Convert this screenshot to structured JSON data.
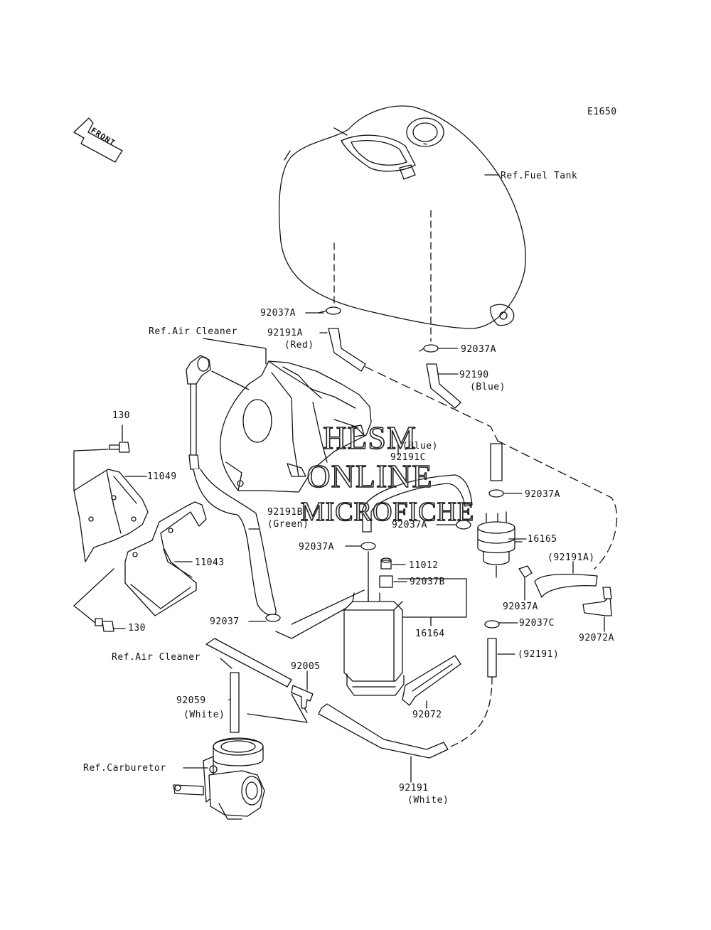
{
  "diagram_code": "E1650",
  "front_label": "FRONT",
  "watermark": {
    "line1": "HLSM",
    "line2": "ONLINE",
    "line3": "MICROFICHE"
  },
  "ref_labels": {
    "fuel_tank": "Ref.Fuel Tank",
    "air_cleaner_top": "Ref.Air Cleaner",
    "air_cleaner_bottom": "Ref.Air Cleaner",
    "carburetor": "Ref.Carburetor"
  },
  "parts": {
    "p92037A_tank": "92037A",
    "p92191A": "92191A",
    "p92191A_color": "(Red)",
    "p92037A_right": "92037A",
    "p92190": "92190",
    "p92190_color": "(Blue)",
    "p130_top": "130",
    "p11049": "11049",
    "p92191C_color": "(Blue)",
    "p92191C": "92191C",
    "p92037A_filter": "92037A",
    "p92191B": "92191B",
    "p92191B_color": "(Green)",
    "p92037A_mid": "92037A",
    "p92037A_canister": "92037A",
    "p16165": "16165",
    "p11043": "11043",
    "p11012": "11012",
    "p92037B": "92037B",
    "p92191A_ref": "(92191A)",
    "p92037A_clamp": "92037A",
    "p92037": "92037",
    "p92037C": "92037C",
    "p92072A": "92072A",
    "p130_bottom": "130",
    "p16164": "16164",
    "p92191_ref": "(92191)",
    "p92005": "92005",
    "p92059": "92059",
    "p92059_color": "(White)",
    "p92072": "92072",
    "p92191": "92191",
    "p92191_color": "(White)"
  }
}
